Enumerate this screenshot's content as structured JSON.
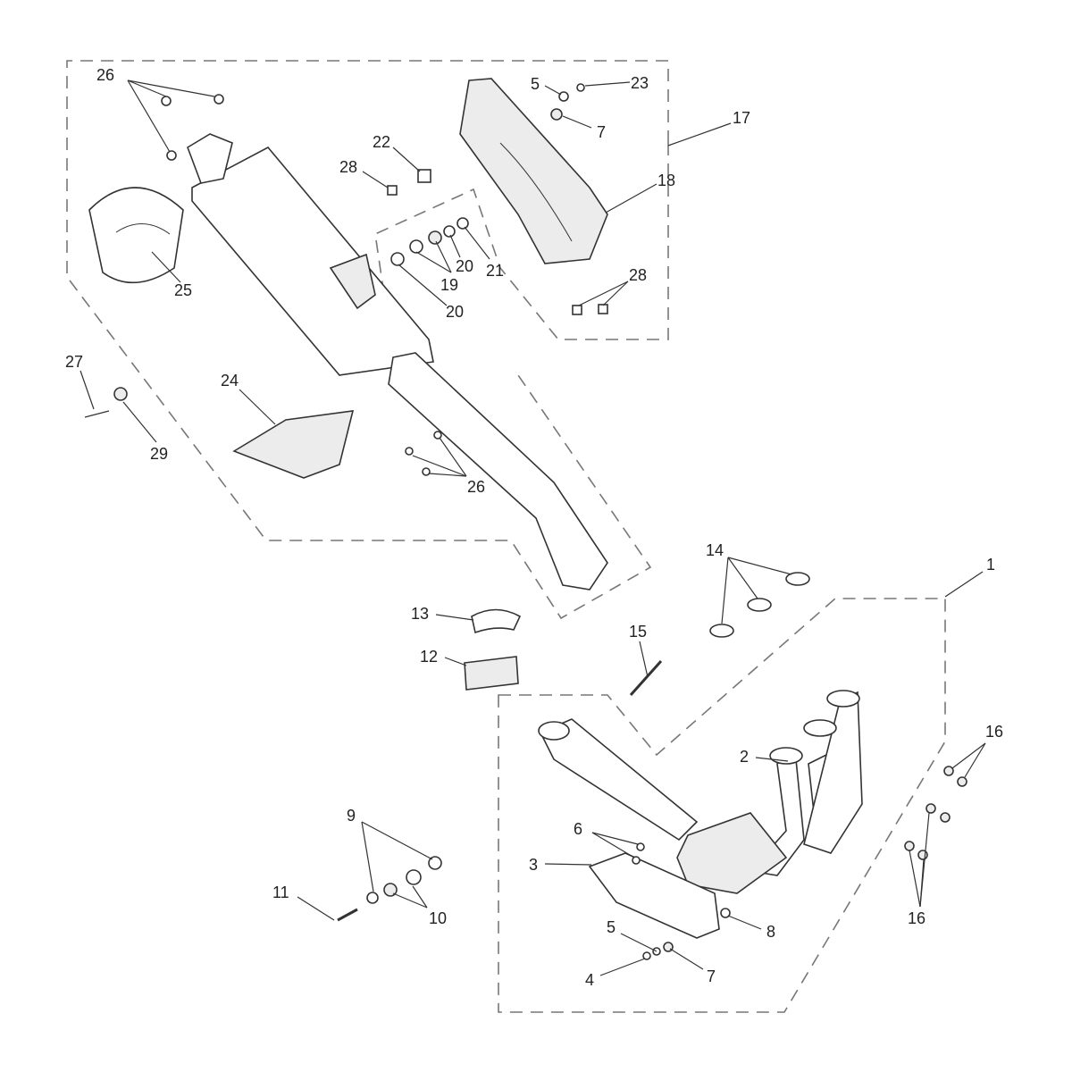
{
  "diagram": {
    "type": "exploded-parts-diagram",
    "callouts": {
      "c1": "1",
      "c2": "2",
      "c3": "3",
      "c4": "4",
      "c5a": "5",
      "c5b": "5",
      "c6": "6",
      "c7a": "7",
      "c7b": "7",
      "c8": "8",
      "c9": "9",
      "c10": "10",
      "c11": "11",
      "c12": "12",
      "c13": "13",
      "c14": "14",
      "c15": "15",
      "c16a": "16",
      "c16b": "16",
      "c17": "17",
      "c18": "18",
      "c19": "19",
      "c20a": "20",
      "c20b": "20",
      "c21": "21",
      "c22": "22",
      "c23": "23",
      "c24": "24",
      "c25": "25",
      "c26a": "26",
      "c26b": "26",
      "c27": "27",
      "c28a": "28",
      "c28b": "28",
      "c29": "29"
    }
  }
}
